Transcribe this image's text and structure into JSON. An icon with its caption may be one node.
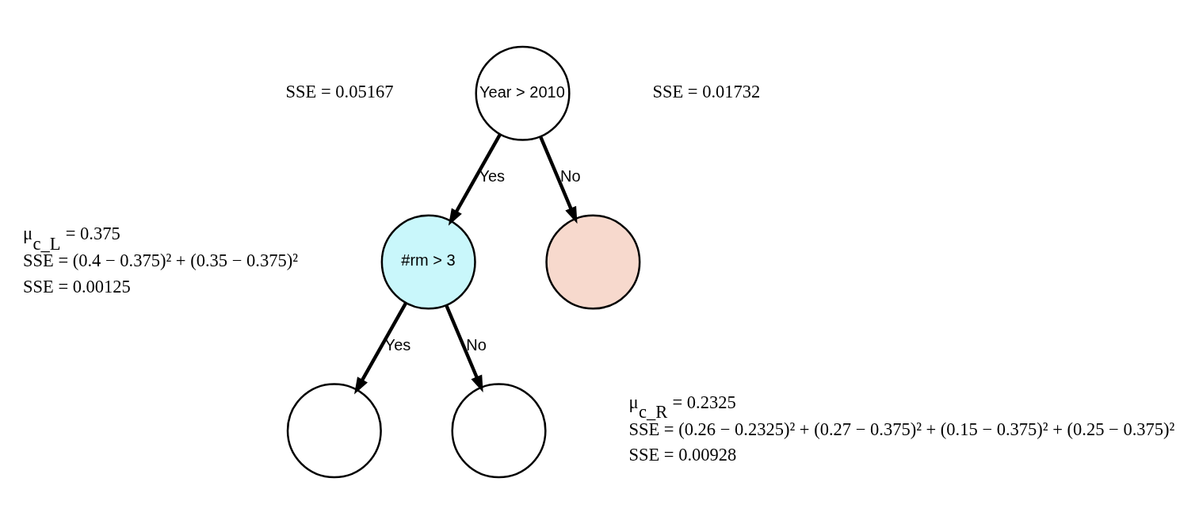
{
  "diagram": {
    "nodes": [
      {
        "text": [
          "Year > 2010"
        ]
      },
      {
        "text": [
          "#rm > 3"
        ]
      },
      {
        "text": [],
        "shape": "circle"
      },
      {
        "text": [],
        "shape": "circle"
      },
      {
        "text": [],
        "shape": "circle"
      }
    ],
    "edges": [
      {
        "from": 0,
        "to": 1,
        "arrow": "to",
        "label": "Yes"
      },
      {
        "from": 0,
        "to": 2,
        "arrow": "to",
        "label": "No"
      },
      {
        "from": 1,
        "to": 3,
        "arrow": "to",
        "label": "Yes"
      },
      {
        "from": 1,
        "to": 4,
        "arrow": "to",
        "label": "No"
      }
    ],
    "labels": [
      "SSE = 0.05167",
      "SSE = 0.01732",
      "μ$_{c_L}$ = 0.375",
      "SSE = (0.4 − 0.375)² + (0.35 − 0.375)²",
      "SSE = 0.00125",
      "μ$_{c_R}$ = 0.2325",
      "SSE = (0.26 − 0.2325)² + (0.27 − 0.375)² + (0.15 − 0.375)² + (0.25 − 0.375)²",
      "SSE = 0.00928"
    ]
  }
}
